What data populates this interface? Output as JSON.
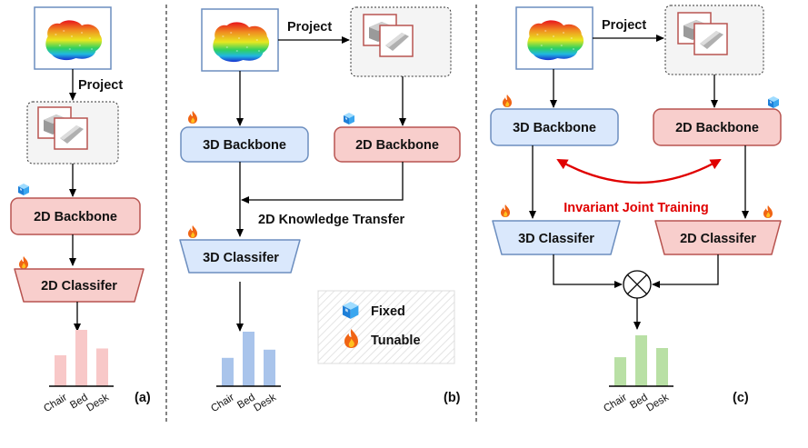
{
  "colors": {
    "blue_fill": "#dae8fc",
    "blue_stroke": "#6c8ebf",
    "red_fill": "#f8cecc",
    "red_stroke": "#b85450",
    "red_text": "#e00000",
    "bar_pink": "#f8c8c8",
    "bar_blue": "#a9c4eb",
    "bar_green": "#b9e0a5"
  },
  "panel_a": {
    "project": "Project",
    "backbone": "2D  Backbone",
    "classifier": "2D Classifer",
    "tag": "(a)",
    "chart_labels": [
      "Chair",
      "Bed",
      "Desk"
    ]
  },
  "panel_b": {
    "project": "Project",
    "backbone_3d": "3D Backbone",
    "backbone_2d": "2D Backbone",
    "transfer": "2D Knowledge Transfer",
    "classifier": "3D Classifer",
    "legend_fixed": "Fixed",
    "legend_tunable": "Tunable",
    "tag": "(b)",
    "chart_labels": [
      "Chair",
      "Bed",
      "Desk"
    ]
  },
  "panel_c": {
    "project": "Project",
    "backbone_3d": "3D Backbone",
    "backbone_2d": "2D Backbone",
    "joint": "Invariant Joint Training",
    "classifier_3d": "3D Classifer",
    "classifier_2d": "2D Classifer",
    "tag": "(c)",
    "chart_labels": [
      "Chair",
      "Bed",
      "Desk"
    ]
  },
  "icons": {
    "fixed": "ice-cube-icon",
    "tunable": "flame-icon",
    "fusion": "circled-times-icon"
  },
  "chart_data": [
    {
      "type": "bar",
      "categories": [
        "Chair",
        "Bed",
        "Desk"
      ],
      "values": [
        0.55,
        1.0,
        0.67
      ],
      "color": "#f8c8c8"
    },
    {
      "type": "bar",
      "categories": [
        "Chair",
        "Bed",
        "Desk"
      ],
      "values": [
        0.52,
        1.0,
        0.67
      ],
      "color": "#a9c4eb"
    },
    {
      "type": "bar",
      "categories": [
        "Chair",
        "Bed",
        "Desk"
      ],
      "values": [
        0.57,
        1.0,
        0.75
      ],
      "color": "#b9e0a5"
    }
  ]
}
